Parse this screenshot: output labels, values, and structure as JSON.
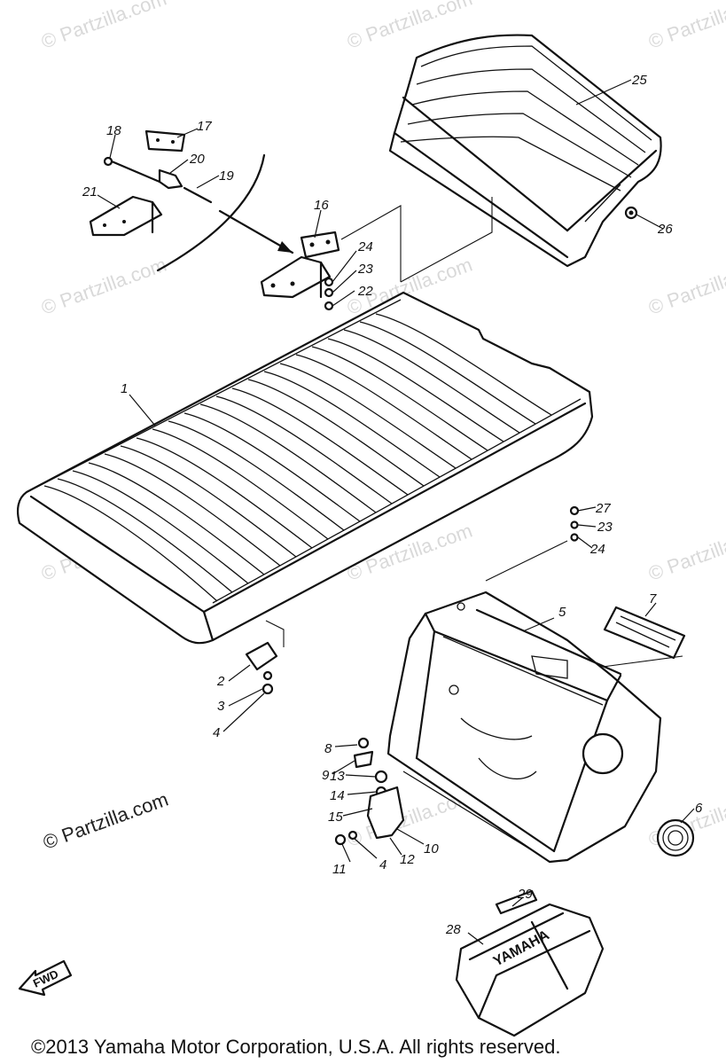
{
  "watermark": {
    "text": "© Partzilla.com",
    "faded_color": "#d9d9d9",
    "dark_color": "#222222"
  },
  "copyright": "©2013 Yamaha Motor Corporation, U.S.A. All rights reserved.",
  "direction_marker": "FWD",
  "case_logo": "YAMAHA",
  "callouts": [
    {
      "id": "c1",
      "label": "1"
    },
    {
      "id": "c2",
      "label": "2"
    },
    {
      "id": "c3",
      "label": "3"
    },
    {
      "id": "c4",
      "label": "4"
    },
    {
      "id": "c4b",
      "label": "4"
    },
    {
      "id": "c5",
      "label": "5"
    },
    {
      "id": "c6",
      "label": "6"
    },
    {
      "id": "c7",
      "label": "7"
    },
    {
      "id": "c8",
      "label": "8"
    },
    {
      "id": "c9",
      "label": "9"
    },
    {
      "id": "c10",
      "label": "10"
    },
    {
      "id": "c11",
      "label": "11"
    },
    {
      "id": "c12",
      "label": "12"
    },
    {
      "id": "c13",
      "label": "13"
    },
    {
      "id": "c14",
      "label": "14"
    },
    {
      "id": "c15",
      "label": "15"
    },
    {
      "id": "c16",
      "label": "16"
    },
    {
      "id": "c17",
      "label": "17"
    },
    {
      "id": "c18",
      "label": "18"
    },
    {
      "id": "c19",
      "label": "19"
    },
    {
      "id": "c20",
      "label": "20"
    },
    {
      "id": "c21",
      "label": "21"
    },
    {
      "id": "c22",
      "label": "22"
    },
    {
      "id": "c23a",
      "label": "23"
    },
    {
      "id": "c23b",
      "label": "23"
    },
    {
      "id": "c24a",
      "label": "24"
    },
    {
      "id": "c24b",
      "label": "24"
    },
    {
      "id": "c25",
      "label": "25"
    },
    {
      "id": "c26",
      "label": "26"
    },
    {
      "id": "c27",
      "label": "27"
    },
    {
      "id": "c28",
      "label": "28"
    },
    {
      "id": "c29",
      "label": "29"
    }
  ]
}
